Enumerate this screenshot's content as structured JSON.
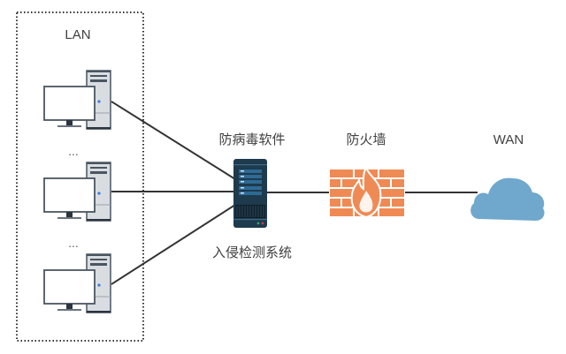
{
  "diagram": {
    "lan_group": {
      "label": "LAN"
    },
    "lan_hosts": [
      {
        "name": "pc-1"
      },
      {
        "name": "pc-2"
      },
      {
        "name": "pc-3"
      }
    ],
    "ellipsis": [
      "...",
      "..."
    ],
    "server": {
      "label_top": "防病毒软件",
      "label_bottom": "入侵检测系统"
    },
    "firewall": {
      "label": "防火墙"
    },
    "wan": {
      "label": "WAN"
    },
    "colors": {
      "line": "#333333",
      "lan_border": "#333333",
      "firewall": "#f08a54",
      "cloud": "#6fa8cc",
      "server_body": "#1e3a4d",
      "server_panel": "#2e6a94",
      "pc_outline": "#4a5560",
      "pc_fill": "#d9dde1",
      "pc_led": "#3a7de0"
    },
    "connections": [
      {
        "from": "pc-1",
        "to": "server"
      },
      {
        "from": "pc-2",
        "to": "server"
      },
      {
        "from": "pc-3",
        "to": "server"
      },
      {
        "from": "server",
        "to": "firewall"
      },
      {
        "from": "firewall",
        "to": "wan"
      }
    ]
  }
}
